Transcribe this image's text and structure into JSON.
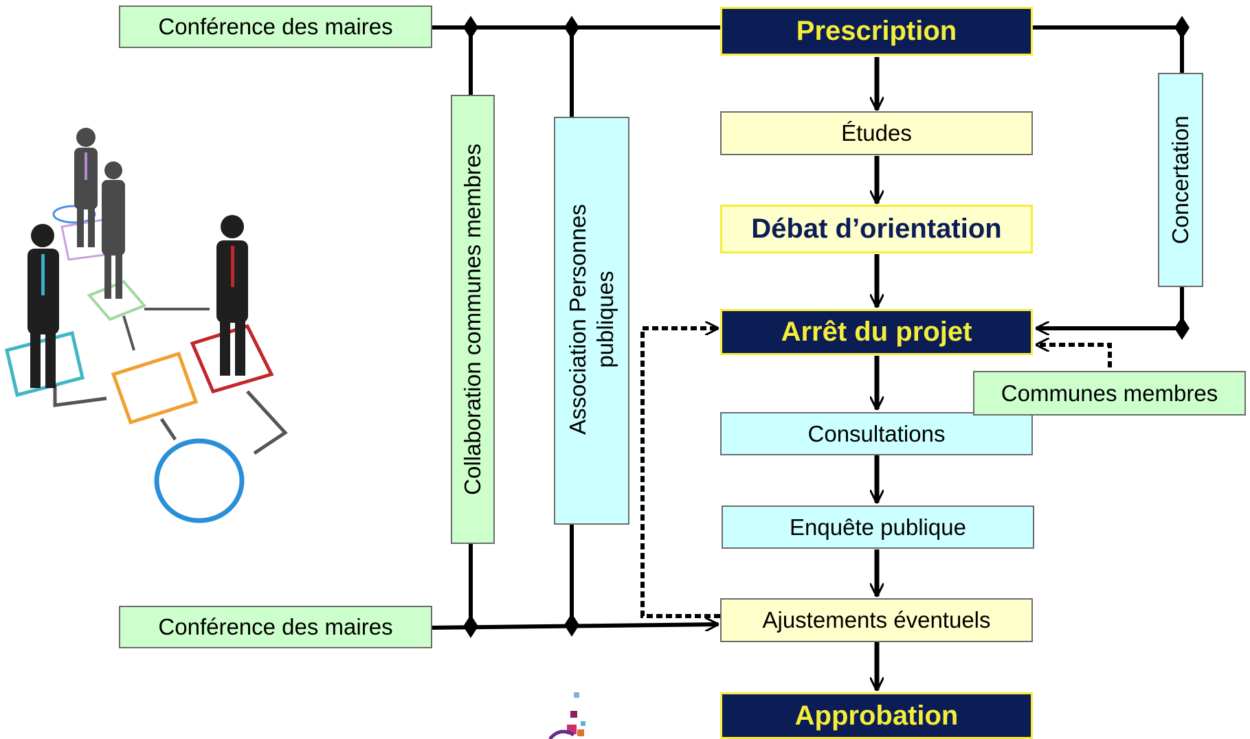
{
  "diagram": {
    "left_top_label": "Conférence des maires",
    "left_bottom_label": "Conférence des maires",
    "collaboration_label": "Collaboration communes membres",
    "association_label_line1": "Association Personnes",
    "association_label_line2": "publiques",
    "concertation_label": "Concertation",
    "communes_label": "Communes membres",
    "steps": {
      "prescription": "Prescription",
      "etudes": "Études",
      "debat": "Débat d’orientation",
      "arret": "Arrêt du projet",
      "consultations": "Consultations",
      "enquete": "Enquête publique",
      "ajustements": "Ajustements éventuels",
      "approbation": "Approbation"
    }
  },
  "colors": {
    "navy": "#0c1c55",
    "yellow_border": "#f4ed3a",
    "green": "#ccffcc",
    "light_yellow": "#ffffcc",
    "cyan": "#ccffff"
  },
  "icons": [
    "businesspeople-flowchart-illustration",
    "logo-mosaic-icon"
  ]
}
